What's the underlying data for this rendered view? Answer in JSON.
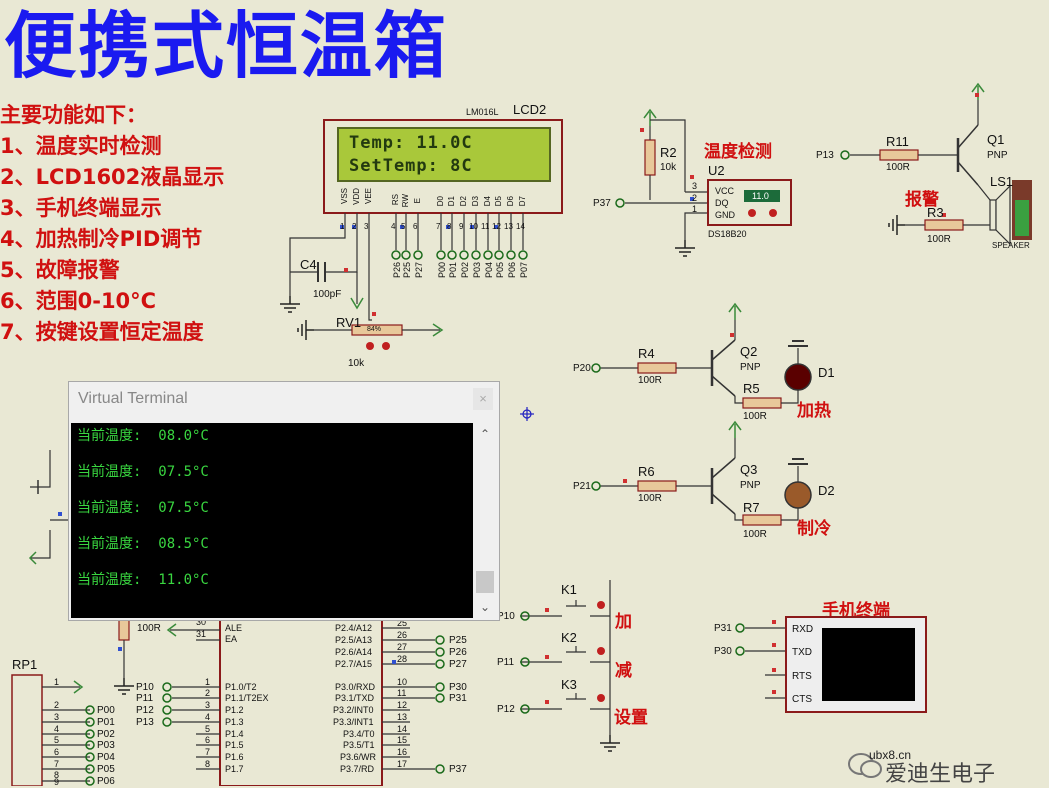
{
  "title": "便携式恒温箱",
  "features": {
    "heading": "主要功能如下：",
    "items": [
      "1、温度实时检测",
      "2、LCD1602液晶显示",
      "3、手机终端显示",
      "4、加热制冷PID调节",
      "5、故障报警",
      "6、范围0-10°C",
      "7、按键设置恒定温度"
    ]
  },
  "lcd": {
    "model": "LM016L",
    "ref": "LCD2",
    "line1": "Temp: 11.0C",
    "line2": "SetTemp: 8C",
    "pins": [
      "VSS",
      "VDD",
      "VEE",
      "RS",
      "RW",
      "E",
      "D0",
      "D1",
      "D2",
      "D3",
      "D4",
      "D5",
      "D6",
      "D7"
    ],
    "pin_numbers": [
      "1",
      "2",
      "3",
      "4",
      "5",
      "6",
      "7",
      "8",
      "9",
      "10",
      "11",
      "12",
      "13",
      "14"
    ],
    "nets_ctrl": [
      "P26",
      "P25",
      "P27"
    ],
    "nets_data": [
      "P00",
      "P01",
      "P02",
      "P03",
      "P04",
      "P05",
      "P06",
      "P07"
    ]
  },
  "c4": {
    "ref": "C4",
    "value": "100pF"
  },
  "rv1": {
    "ref": "RV1",
    "value": "10k",
    "percent": "84%"
  },
  "sensor": {
    "label": "温度检测",
    "r2_ref": "R2",
    "r2_value": "10k",
    "u2": "U2",
    "part": "DS18B20",
    "pins": [
      "VCC",
      "DQ",
      "GND"
    ],
    "pin_numbers": [
      "3",
      "2",
      "1"
    ],
    "display": "11.0",
    "net": "P37"
  },
  "alarm": {
    "label": "报警",
    "q1": "Q1",
    "q1_type": "PNP",
    "r11": "R11",
    "r11_value": "100R",
    "r3": "R3",
    "r3_value": "100R",
    "ls1": "LS1",
    "speaker": "SPEAKER",
    "net": "P13"
  },
  "heat": {
    "label": "加热",
    "net": "P20",
    "r4": "R4",
    "r4_value": "100R",
    "q2": "Q2",
    "q2_type": "PNP",
    "r5": "R5",
    "r5_value": "100R",
    "d1": "D1"
  },
  "cool": {
    "label": "制冷",
    "net": "P21",
    "r6": "R6",
    "r6_value": "100R",
    "q3": "Q3",
    "q3_type": "PNP",
    "r7": "R7",
    "r7_value": "100R",
    "d2": "D2"
  },
  "terminal": {
    "title": "Virtual Terminal",
    "close": "×",
    "lines": [
      "当前温度:  08.0°C",
      "当前温度:  07.5°C",
      "当前温度:  07.5°C",
      "当前温度:  08.5°C",
      "当前温度:  11.0°C"
    ]
  },
  "mcu": {
    "r_value": "100R",
    "left_pins": [
      {
        "num": "30",
        "name": "ALE"
      },
      {
        "num": "31",
        "name": "EA"
      },
      {
        "num": "1",
        "name": "P1.0/T2",
        "net": "P10"
      },
      {
        "num": "2",
        "name": "P1.1/T2EX",
        "net": "P11"
      },
      {
        "num": "3",
        "name": "P1.2",
        "net": "P12"
      },
      {
        "num": "4",
        "name": "P1.3",
        "net": "P13"
      },
      {
        "num": "5",
        "name": "P1.4"
      },
      {
        "num": "6",
        "name": "P1.5"
      },
      {
        "num": "7",
        "name": "P1.6"
      },
      {
        "num": "8",
        "name": "P1.7"
      }
    ],
    "right_pins": [
      {
        "num": "25",
        "name": "P2.4/A12"
      },
      {
        "num": "26",
        "name": "P2.5/A13",
        "net": "P25"
      },
      {
        "num": "27",
        "name": "P2.6/A14",
        "net": "P26"
      },
      {
        "num": "28",
        "name": "P2.7/A15",
        "net": "P27"
      },
      {
        "num": "10",
        "name": "P3.0/RXD",
        "net": "P30"
      },
      {
        "num": "11",
        "name": "P3.1/TXD",
        "net": "P31"
      },
      {
        "num": "12",
        "name": "P3.2/INT0"
      },
      {
        "num": "13",
        "name": "P3.3/INT1"
      },
      {
        "num": "14",
        "name": "P3.4/T0"
      },
      {
        "num": "15",
        "name": "P3.5/T1"
      },
      {
        "num": "16",
        "name": "P3.6/WR"
      },
      {
        "num": "17",
        "name": "P3.7/RD",
        "net": "P37"
      }
    ]
  },
  "rp1": {
    "ref": "RP1",
    "pins": [
      "1",
      "2",
      "3",
      "4",
      "5",
      "6",
      "7",
      "8",
      "9"
    ],
    "nets": [
      "P00",
      "P01",
      "P02",
      "P03",
      "P04",
      "P05",
      "P06"
    ]
  },
  "keys": [
    {
      "ref": "K1",
      "net": "P10",
      "label": "加"
    },
    {
      "ref": "K2",
      "net": "P11",
      "label": "减"
    },
    {
      "ref": "K3",
      "net": "P12",
      "label": "设置"
    }
  ],
  "phone": {
    "label": "手机终端",
    "pins": [
      "RXD",
      "TXD",
      "RTS",
      "CTS"
    ],
    "nets": [
      "P31",
      "P30"
    ]
  },
  "watermark": {
    "url": "ubx8.cn",
    "name": "爱迪生电子"
  },
  "colors": {
    "title": "#1a1af0",
    "annotation": "#d01010",
    "wire": "#8b1a1a",
    "ground": "#3a8a3a",
    "terminal_text": "#39d640",
    "lcd_bg": "#a9c83a"
  }
}
